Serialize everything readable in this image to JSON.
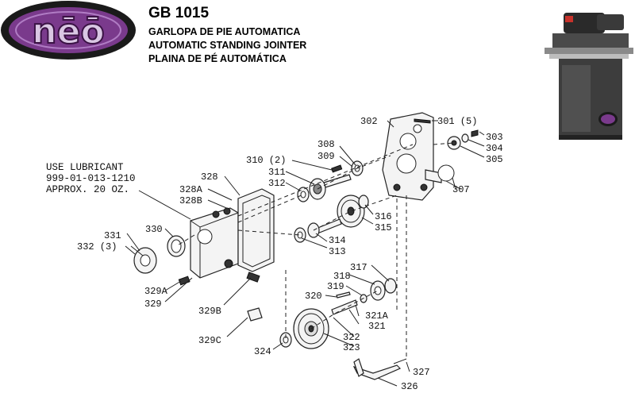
{
  "header": {
    "model": "GB 1015",
    "title_es": "GARLOPA DE PIE AUTOMATICA",
    "title_en": "AUTOMATIC STANDING JOINTER",
    "title_pt": "PLAINA DE PÉ AUTOMÁTICA"
  },
  "logo": {
    "text": "nēō",
    "colors": {
      "outer": "#1a1a1a",
      "inner": "#7a3a8c",
      "letters": "#d9c7e3"
    }
  },
  "note": {
    "line1": "USE LUBRICANT",
    "line2": "999-01-013-1210",
    "line3": "APPROX. 20 OZ."
  },
  "parts": {
    "p301": "301 (5)",
    "p302": "302",
    "p303": "303",
    "p304": "304",
    "p305": "305",
    "p307": "307",
    "p308": "308",
    "p309": "309",
    "p310": "310 (2)",
    "p311": "311",
    "p312": "312",
    "p313": "313",
    "p314": "314",
    "p315": "315",
    "p316": "316",
    "p317": "317",
    "p318": "318",
    "p319": "319",
    "p320": "320",
    "p321": "321",
    "p321a": "321A",
    "p322": "322",
    "p323": "323",
    "p324": "324",
    "p326": "326",
    "p327": "327",
    "p328": "328",
    "p328a": "328A",
    "p328b": "328B",
    "p329": "329",
    "p329a": "329A",
    "p329b": "329B",
    "p329c": "329C",
    "p330": "330",
    "p331": "331",
    "p332": "332 (3)"
  }
}
